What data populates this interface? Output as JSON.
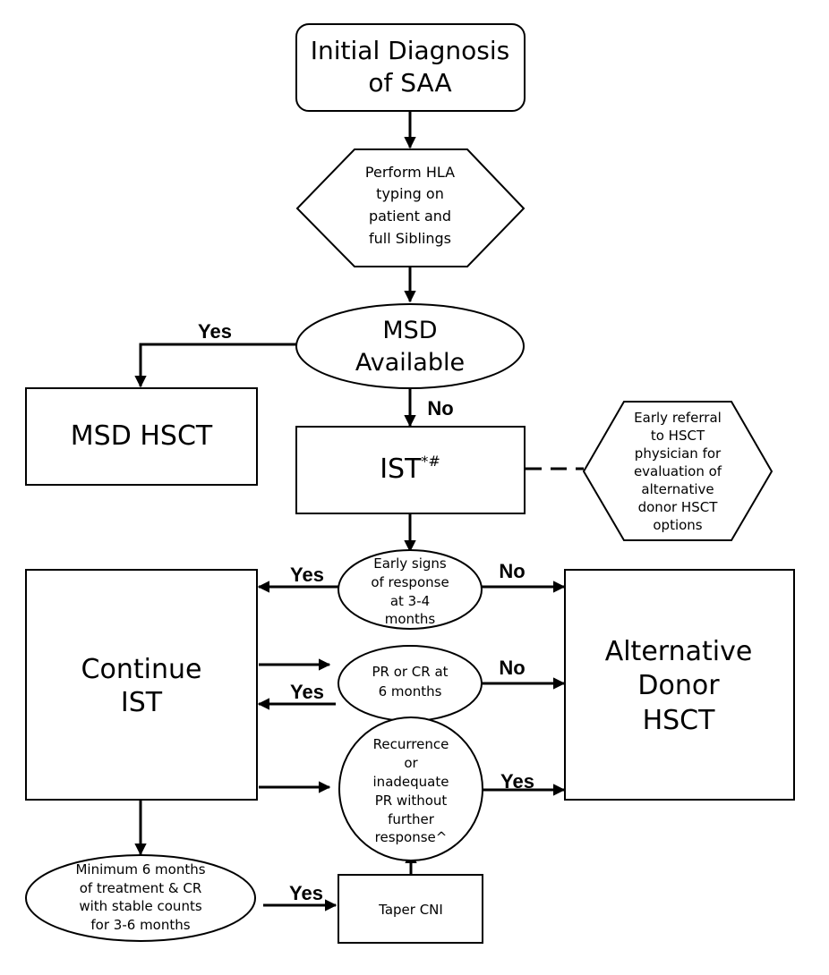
{
  "nodes": {
    "initial_diagnosis": [
      "Initial Diagnosis",
      "of SAA"
    ],
    "hla_typing": [
      "Perform HLA",
      "typing on",
      "patient and",
      "full Siblings"
    ],
    "msd_available": [
      "MSD",
      "Available"
    ],
    "msd_hsct": [
      "MSD HSCT"
    ],
    "ist": {
      "text": "IST",
      "superscript": "*#"
    },
    "early_referral": [
      "Early referral",
      "to HSCT",
      "physician for",
      "evaluation of",
      "alternative",
      "donor HSCT",
      "options"
    ],
    "early_signs": [
      "Early signs",
      "of response",
      "at 3-4",
      "months"
    ],
    "continue_ist": [
      "Continue",
      "IST"
    ],
    "alternative_donor": [
      "Alternative",
      "Donor",
      "HSCT"
    ],
    "pr_cr": [
      "PR or CR at",
      "6 months"
    ],
    "recurrence": [
      "Recurrence",
      "or",
      "inadequate",
      "PR without",
      "further",
      "response^"
    ],
    "minimum_6": [
      "Minimum 6 months",
      "of treatment & CR",
      "with stable counts",
      "for 3-6 months"
    ],
    "taper_cni": [
      "Taper CNI"
    ]
  },
  "edge_labels": {
    "msd_yes": "Yes",
    "msd_no": "No",
    "early_yes": "Yes",
    "early_no": "No",
    "pr_yes": "Yes",
    "pr_no": "No",
    "recurrence_yes": "Yes",
    "minimum_yes": "Yes"
  },
  "colors": {
    "stroke": "#000000",
    "fill": "#ffffff"
  }
}
